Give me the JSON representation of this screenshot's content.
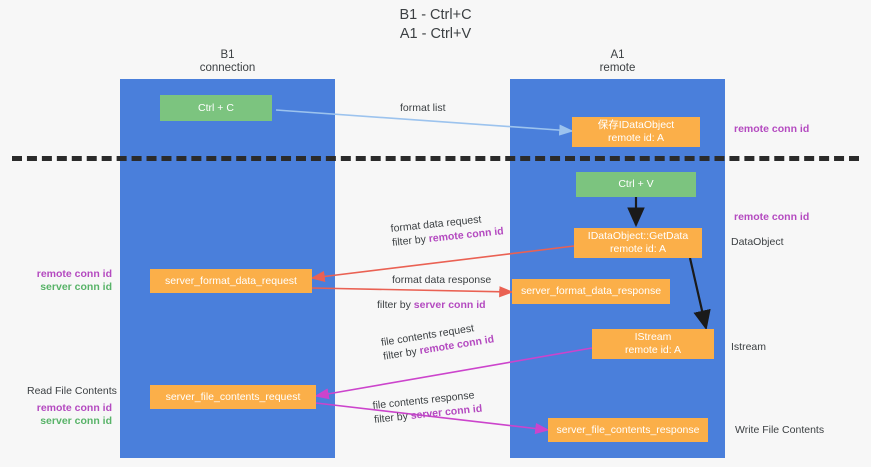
{
  "title": {
    "line1": "B1 - Ctrl+C",
    "line2": "A1 - Ctrl+V"
  },
  "lanes": [
    {
      "name": "B1",
      "sub": "connection"
    },
    {
      "name": "A1",
      "sub": "remote"
    }
  ],
  "boxes": {
    "ctrl_c": "Ctrl + C",
    "ctrl_v": "Ctrl + V",
    "save_dataobject_l1": "保存IDataObject",
    "save_dataobject_l2": "remote id: A",
    "getdata_l1": "IDataObject::GetData",
    "getdata_l2": "remote id: A",
    "istream_l1": "IStream",
    "istream_l2": "remote id: A",
    "server_format_data_request": "server_format_data_request",
    "server_format_data_response": "server_format_data_response",
    "server_file_contents_request": "server_file_contents_request",
    "server_file_contents_response": "server_file_contents_response"
  },
  "edge_labels": {
    "format_list": "format list",
    "format_data_request": "format data request",
    "format_data_request_filter_prefix": "filter by ",
    "format_data_request_filter_key": "remote conn id",
    "format_data_response": "format data response",
    "format_data_response_filter_prefix": "filter by ",
    "format_data_response_filter_key": "server conn id",
    "file_contents_request": "file contents request",
    "file_contents_request_filter_prefix": "filter by ",
    "file_contents_request_filter_key": "remote conn id",
    "file_contents_response": "file contents response",
    "file_contents_response_filter_prefix": "filter by ",
    "file_contents_response_filter_key": "server conn id"
  },
  "right_annotations": {
    "remote_conn_id_top": "remote conn id",
    "remote_conn_id_mid": "remote conn id",
    "dataobject": "DataObject",
    "istream": "Istream",
    "write_file_contents": "Write File Contents"
  },
  "left_annotations": {
    "ids_mid_remote": "remote conn id",
    "ids_mid_server": "server conn id",
    "read_file_contents": "Read File Contents",
    "ids_bottom_remote": "remote conn id",
    "ids_bottom_server": "server conn id"
  },
  "colors": {
    "lane": "#4a7fdb",
    "green_box": "#7cc47f",
    "orange_box": "#fbaf49",
    "purple": "#b44ac0",
    "green_text": "#58b368",
    "red_arrow": "#ea6153",
    "magenta_arrow": "#cc44cc",
    "blue_arrow": "#9cc3ee",
    "dark_arrow": "#1a1a1a",
    "background": "#f7f7f7"
  }
}
